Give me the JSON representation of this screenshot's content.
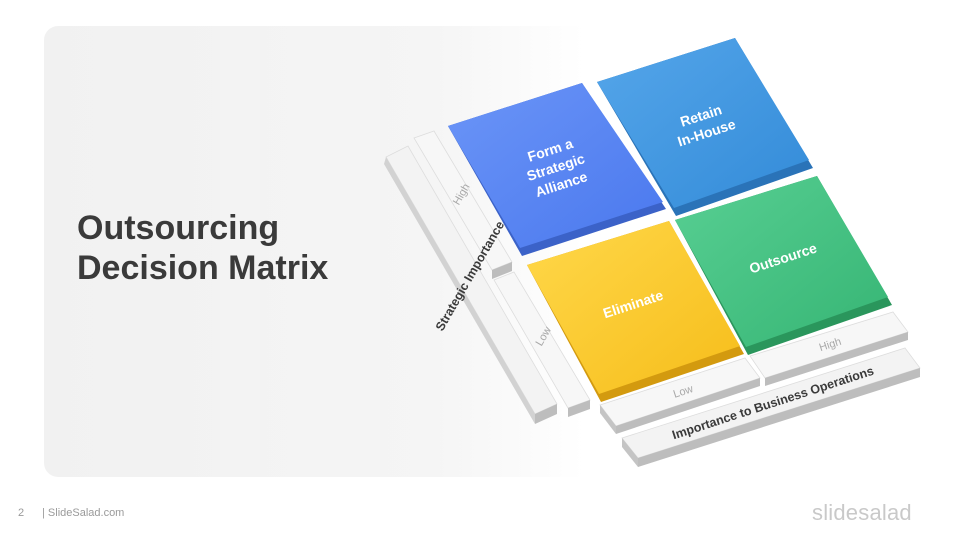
{
  "slide": {
    "title_line1": "Outsourcing",
    "title_line2": "Decision Matrix",
    "page_number": "2",
    "footer_site": "| SlideSalad.com",
    "brand": "slidesalad"
  },
  "matrix": {
    "y_axis_title": "Strategic Importance",
    "y_high": "High",
    "y_low": "Low",
    "x_axis_title": "Importance to Business Operations",
    "x_low": "Low",
    "x_high": "High",
    "quadrants": {
      "top_left": {
        "lines": [
          "Form a",
          "Strategic",
          "Alliance"
        ],
        "color": "#4f7ff2"
      },
      "top_right": {
        "lines": [
          "Retain",
          "In-House"
        ],
        "color": "#3a94e0"
      },
      "bottom_left": {
        "lines": [
          "Eliminate"
        ],
        "color": "#fbc521"
      },
      "bottom_right": {
        "lines": [
          "Outsource"
        ],
        "color": "#3ec07f"
      }
    }
  }
}
